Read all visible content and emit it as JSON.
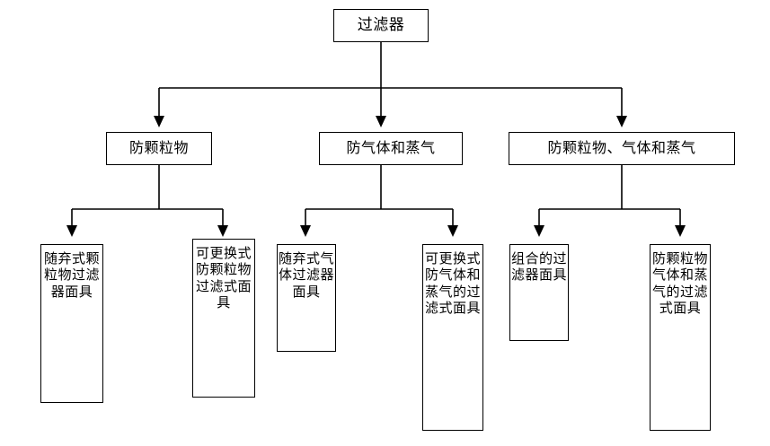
{
  "diagram": {
    "type": "tree",
    "title": "过滤器",
    "root": {
      "id": "root",
      "label": "过滤器"
    },
    "level2": [
      {
        "id": "l2-1",
        "label": "防颗粒物"
      },
      {
        "id": "l2-2",
        "label": "防气体和蒸气"
      },
      {
        "id": "l2-3",
        "label": "防颗粒物、气体和蒸气"
      }
    ],
    "leaves": [
      {
        "id": "leaf-1",
        "parent": "l2-1",
        "label": "随弃式颗粒物过滤器面具"
      },
      {
        "id": "leaf-2",
        "parent": "l2-1",
        "label": "可更换式防颗粒物过滤式面具"
      },
      {
        "id": "leaf-3",
        "parent": "l2-2",
        "label": "随弃式气体过滤器面具"
      },
      {
        "id": "leaf-4",
        "parent": "l2-2",
        "label": "可更换式防气体和蒸气的过滤式面具"
      },
      {
        "id": "leaf-5",
        "parent": "l2-3",
        "label": "组合的过滤器面具"
      },
      {
        "id": "leaf-6",
        "parent": "l2-3",
        "label": "防颗粒物气体和蒸气的过滤式面具"
      }
    ],
    "colors": {
      "border": "#000000",
      "background": "#ffffff",
      "text": "#000000",
      "connector": "#000000"
    }
  }
}
